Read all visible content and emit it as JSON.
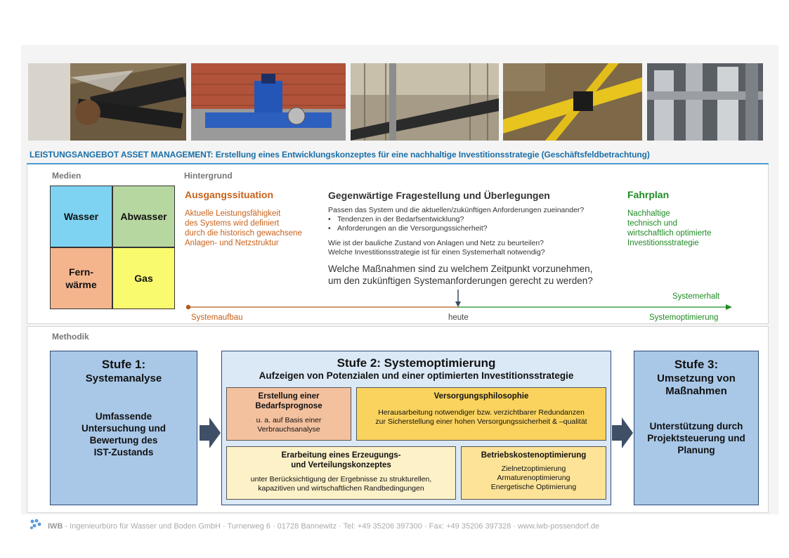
{
  "header": {
    "title": "LEISTUNGSANGEBOT ASSET MANAGEMENT: Erstellung eines Entwicklungskonzeptes für eine nachhaltige Investitionsstrategie (Geschäftsfeldbetrachtung)"
  },
  "media": {
    "heading": "Medien",
    "tiles": [
      "Wasser",
      "Abwasser",
      "Fern-\nwärme",
      "Gas"
    ],
    "colors": [
      "#7fd3f2",
      "#b7d7a0",
      "#f4b58d",
      "#fafa6e"
    ]
  },
  "background": {
    "heading": "Hintergrund",
    "left": {
      "title": "Ausgangssituation",
      "text": "Aktuelle Leistungsfähigkeit\ndes Systems wird definiert\ndurch die historisch gewachsene\nAnlagen- und Netzstruktur"
    },
    "middle": {
      "title": "Gegenwärtige Fragestellung und Überlegungen",
      "question1": "Passen das System und die aktuellen/zukünftigen  Anforderungen zueinander?",
      "bullets": [
        "Tendenzen in der Bedarfsentwicklung?",
        "Anforderungen an die Versorgungssicherheit?"
      ],
      "question2": "Wie ist der bauliche Zustand von Anlagen und Netz zu beurteilen?",
      "question3": "Welche Investitionsstrategie ist für einen Systemerhalt notwendig?",
      "main_question": "Welche Maßnahmen sind zu welchem Zeitpunkt vorzunehmen,\num den zukünftigen Systemanforderungen gerecht zu werden?"
    },
    "right": {
      "title": "Fahrplan",
      "text": "Nachhaltige\ntechnisch und\nwirtschaftlich optimierte\nInvestitionsstrategie"
    },
    "timeline": {
      "start": "Systemaufbau",
      "now": "heute",
      "end_top": "Systemerhalt",
      "end_bottom": "Systemoptimierung"
    }
  },
  "method": {
    "heading": "Methodik",
    "stage1": {
      "title": "Stufe 1:",
      "subtitle": "Systemanalyse",
      "body": "Umfassende\nUntersuchung und\nBewertung des\nIST-Zustands"
    },
    "stage2": {
      "title": "Stufe 2: Systemoptimierung",
      "subtitle": "Aufzeigen von Potenzialen und einer optimierten Investitionsstrategie",
      "boxes": [
        {
          "title": "Erstellung einer\nBedarfsprognose",
          "text": "u. a. auf Basis einer\nVerbrauchsanalyse"
        },
        {
          "title": "Versorgungsphilosophie",
          "text": "Herausarbeitung notwendiger bzw. verzichtbarer Redundanzen\nzur Sicherstellung  einer hohen Versorgungssicherheit & –qualität"
        },
        {
          "title": "Erarbeitung eines Erzeugungs-\nund Verteilungskonzeptes",
          "text": "unter Berücksichtigung der Ergebnisse zu strukturellen,\nkapazitiven und wirtschaftlichen Randbedingungen"
        },
        {
          "title": "Betriebskostenoptimierung",
          "text": "Zielnetzoptimierung\nArmaturenoptimierung\nEnergetische Optimierung"
        }
      ]
    },
    "stage3": {
      "title": "Stufe 3:",
      "subtitle": "Umsetzung von\nMaßnahmen",
      "body": "Unterstützung durch\nProjektsteuerung und\nPlanung"
    }
  },
  "footer": {
    "company": "IWB",
    "text": " - Ingenieurbüro für Wasser und Boden GmbH  ·  Turnerweg 6  ·  01728 Bannewitz  ·  Tel:  +49 35206 397300  ·  Fax: +49 35206 397328  ·  www.iwb-possendorf.de"
  }
}
